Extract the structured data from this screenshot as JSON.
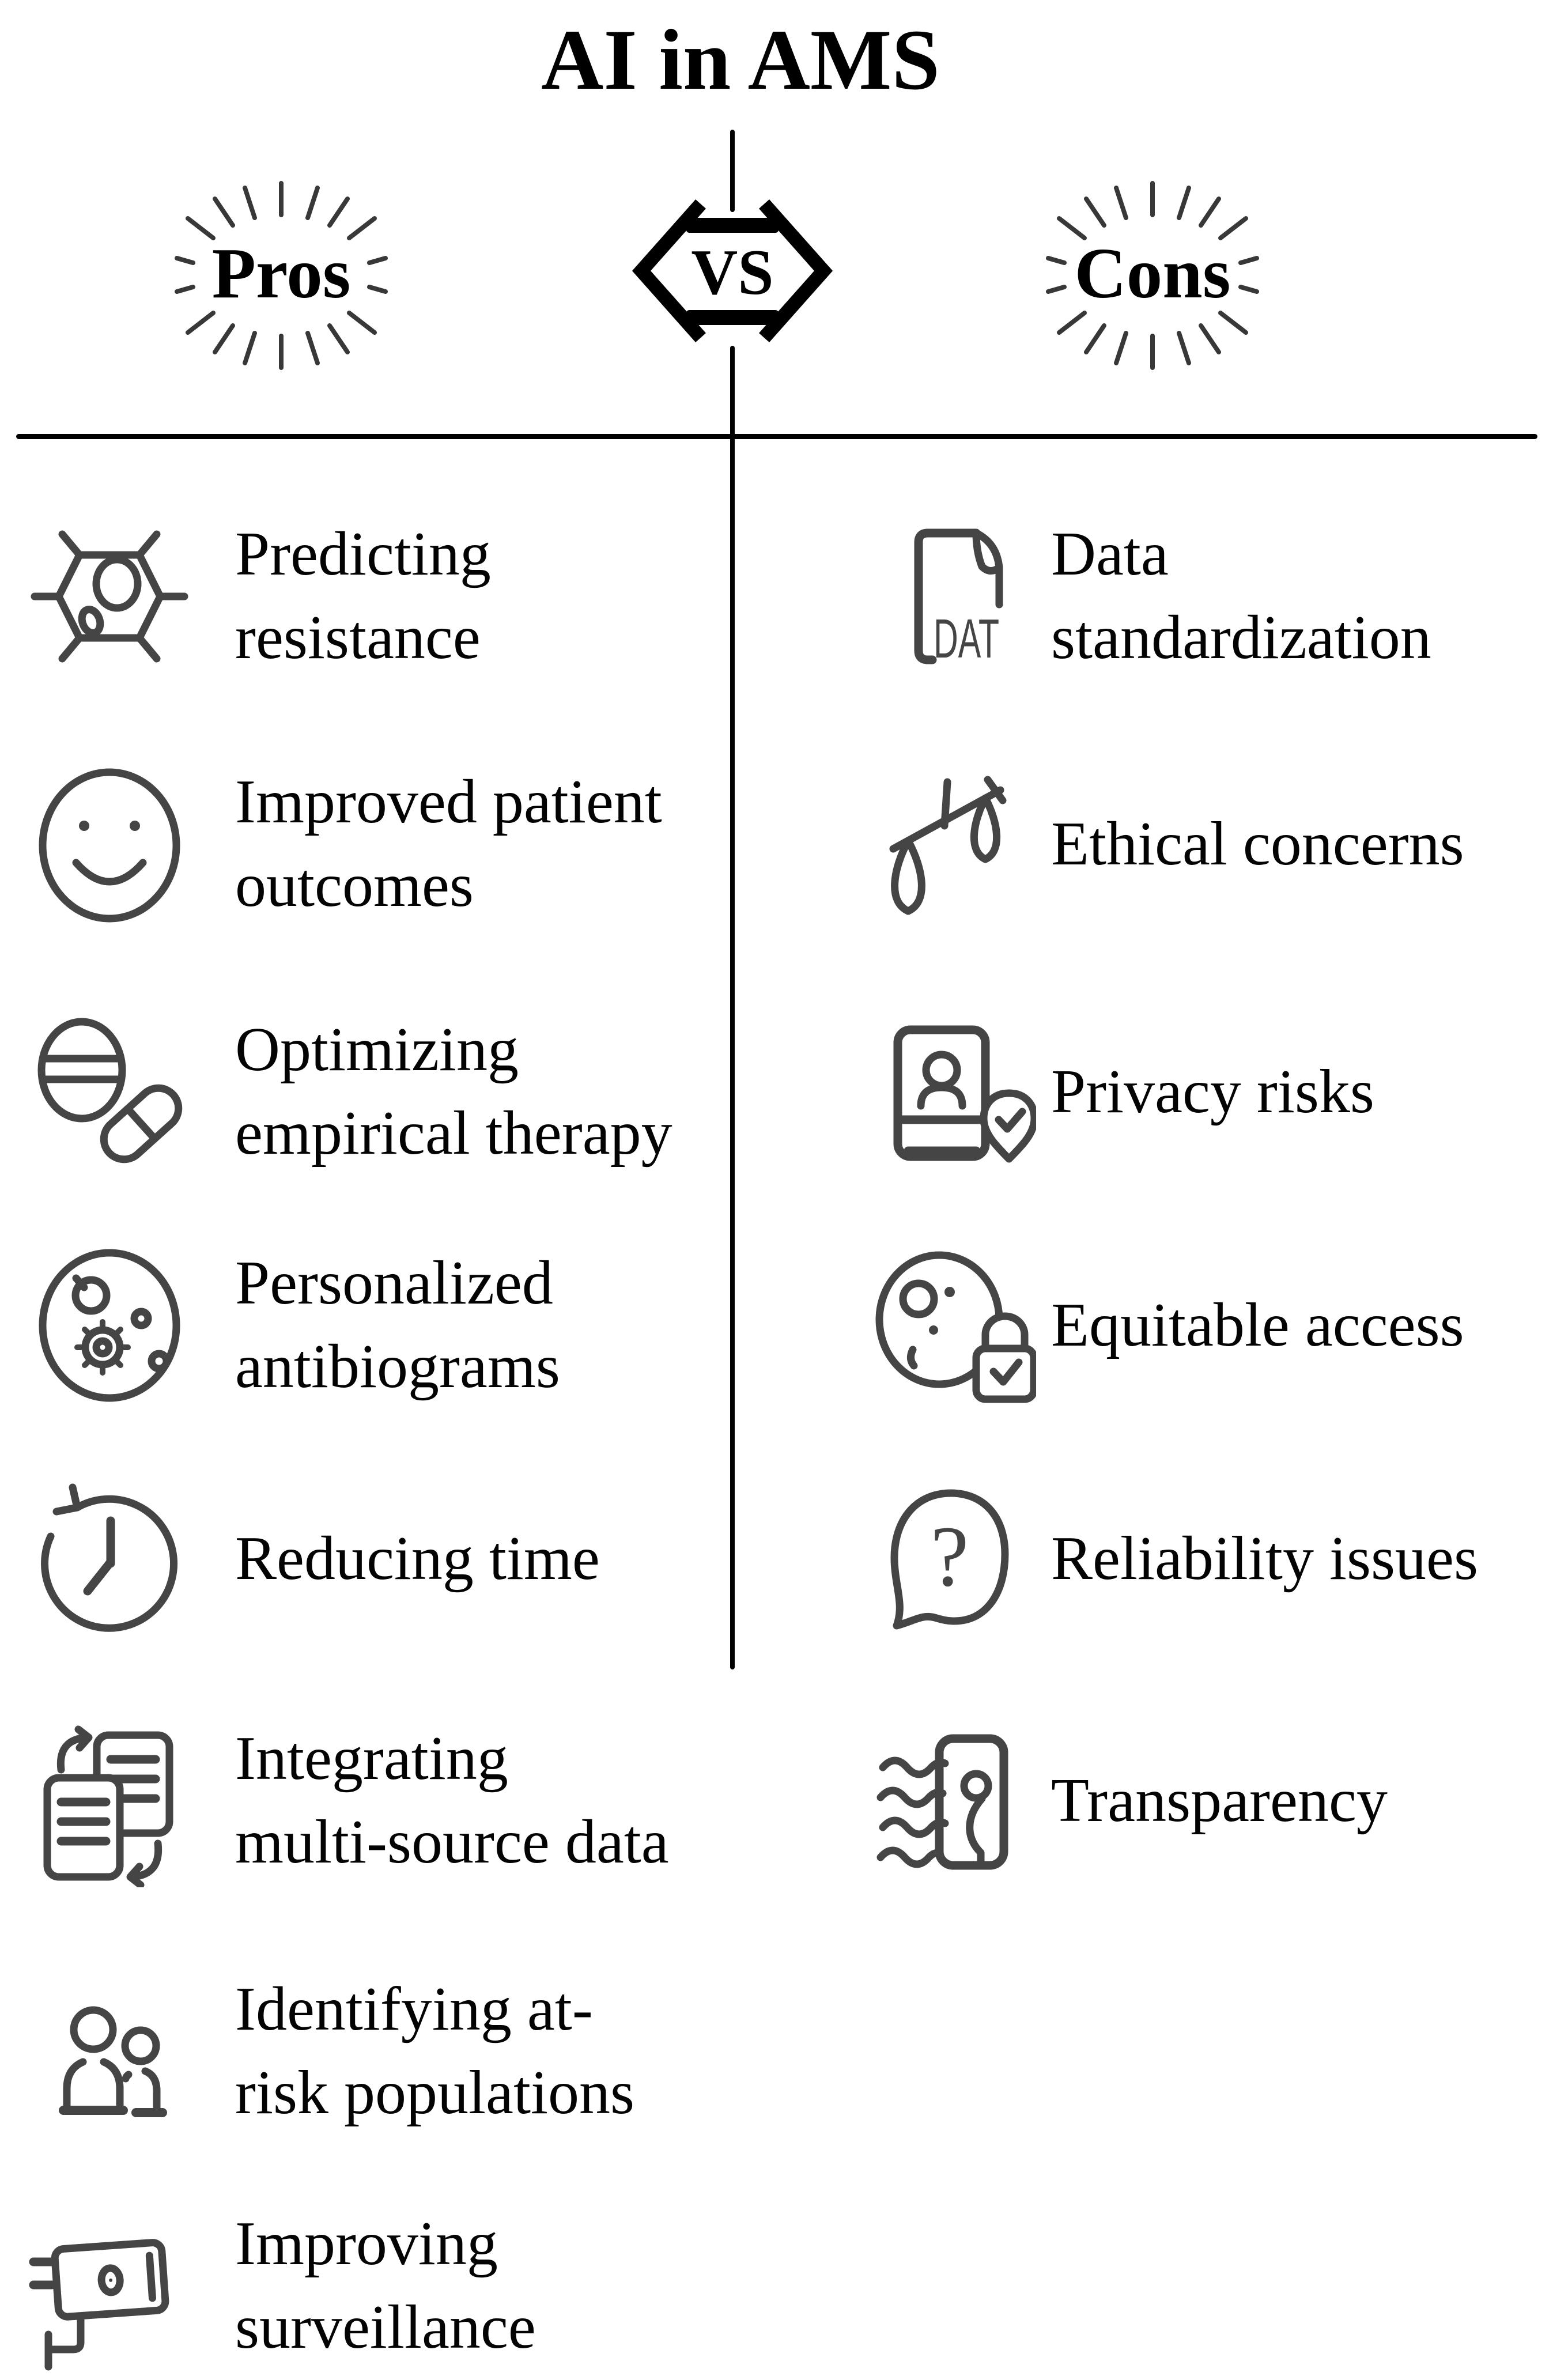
{
  "title": "AI in AMS",
  "versus": {
    "left_label": "Pros",
    "right_label": "Cons",
    "badge": "VS"
  },
  "pros": [
    {
      "icon": "bacteria-icon",
      "label": "Predicting\nresistance"
    },
    {
      "icon": "smiley-icon",
      "label": "Improved patient\noutcomes"
    },
    {
      "icon": "pills-icon",
      "label": "Optimizing\nempirical therapy"
    },
    {
      "icon": "petri-dish-icon",
      "label": "Personalized\nantibiograms"
    },
    {
      "icon": "clock-icon",
      "label": "Reducing time"
    },
    {
      "icon": "documents-sync-icon",
      "label": "Integrating\nmulti-source data"
    },
    {
      "icon": "people-icon",
      "label": "Identifying at-\nrisk populations"
    },
    {
      "icon": "cctv-icon",
      "label": "Improving\nsurveillance"
    }
  ],
  "cons": [
    {
      "icon": "dat-file-icon",
      "label": "Data\nstandardization",
      "icon_text": "DAT"
    },
    {
      "icon": "scales-icon",
      "label": "Ethical concerns"
    },
    {
      "icon": "id-card-icon",
      "label": "Privacy risks"
    },
    {
      "icon": "lock-circle-icon",
      "label": "Equitable access"
    },
    {
      "icon": "question-bubble-icon",
      "label": "Reliability issues",
      "icon_text": "?"
    },
    {
      "icon": "transparency-icon",
      "label": "Transparency"
    }
  ],
  "colors": {
    "background": "#ffffff",
    "text": "#000000",
    "icon_stroke": "#454545",
    "rule": "#000000"
  }
}
